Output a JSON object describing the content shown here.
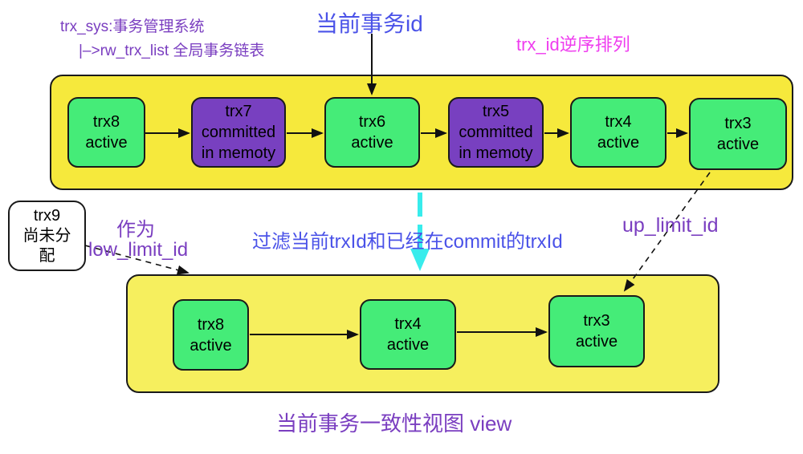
{
  "labels": {
    "trx_sys_line1": "trx_sys:事务管理系统",
    "trx_sys_line2": "|–>rw_trx_list 全局事务链表",
    "current_trx_id": "当前事务id",
    "trx_id_order": "trx_id逆序排列",
    "as_label": "作为",
    "low_limit_id": "low_limit_id",
    "filter_label": "过滤当前trxId和已经在commit的trxId",
    "up_limit_id": "up_limit_id",
    "view_caption": "当前事务一致性视图 view"
  },
  "trx9_box": {
    "text": "trx9\n尚未分配"
  },
  "rw_trx_list": {
    "nodes": [
      {
        "name": "trx8",
        "state": "active",
        "text": "trx8\nactive"
      },
      {
        "name": "trx7",
        "state": "committed in memoty",
        "text": "trx7\ncommitted\nin memoty"
      },
      {
        "name": "trx6",
        "state": "active",
        "text": "trx6\nactive"
      },
      {
        "name": "trx5",
        "state": "committed in memoty",
        "text": "trx5\ncommitted\nin memoty"
      },
      {
        "name": "trx4",
        "state": "active",
        "text": "trx4\nactive"
      },
      {
        "name": "trx3",
        "state": "active",
        "text": "trx3\nactive"
      }
    ]
  },
  "view_list": {
    "nodes": [
      {
        "name": "trx8",
        "state": "active",
        "text": "trx8\nactive"
      },
      {
        "name": "trx4",
        "state": "active",
        "text": "trx4\nactive"
      },
      {
        "name": "trx3",
        "state": "active",
        "text": "trx3\nactive"
      }
    ]
  },
  "colors": {
    "container_yellow_top": "#F6E93C",
    "container_yellow_bottom": "#F6EF5E",
    "node_green": "#45EC78",
    "node_purple": "#7840C0",
    "label_purple": "#7A3EC0",
    "label_blue": "#4A52E8",
    "label_magenta": "#EF3DEF",
    "arrow_cyan": "#38ECEC"
  }
}
